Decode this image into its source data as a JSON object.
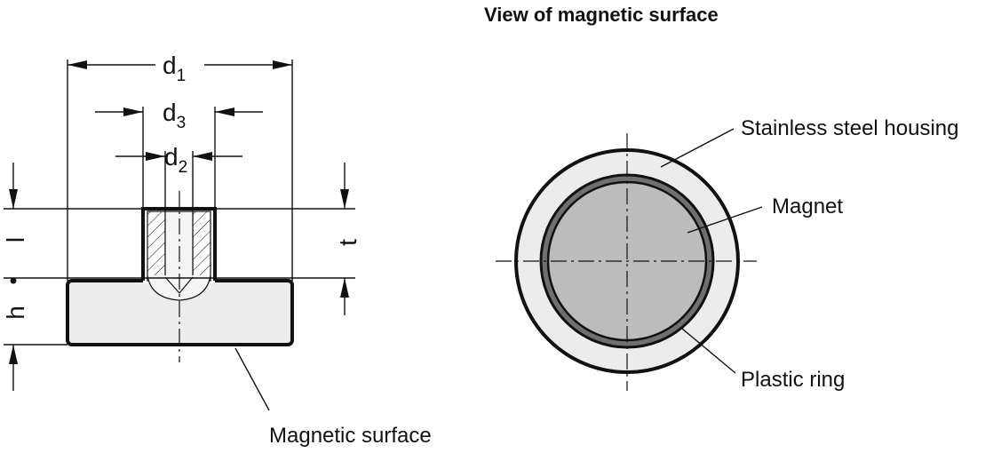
{
  "title": "View of magnetic surface",
  "dimensions": {
    "d1": {
      "base": "d",
      "sub": "1"
    },
    "d2": {
      "base": "d",
      "sub": "2"
    },
    "d3": {
      "base": "d",
      "sub": "3"
    },
    "l": "l",
    "t": "t",
    "h": "h"
  },
  "callouts": {
    "magnetic_surface": "Magnetic surface",
    "housing": "Stainless steel housing",
    "magnet": "Magnet",
    "plastic_ring": "Plastic ring"
  },
  "colors": {
    "line": "#111111",
    "housing_fill": "#ececec",
    "magnet_fill": "#bcbcbc",
    "ring_fill": "#6f6f6f",
    "thread_fill": "#f4f4f4"
  }
}
